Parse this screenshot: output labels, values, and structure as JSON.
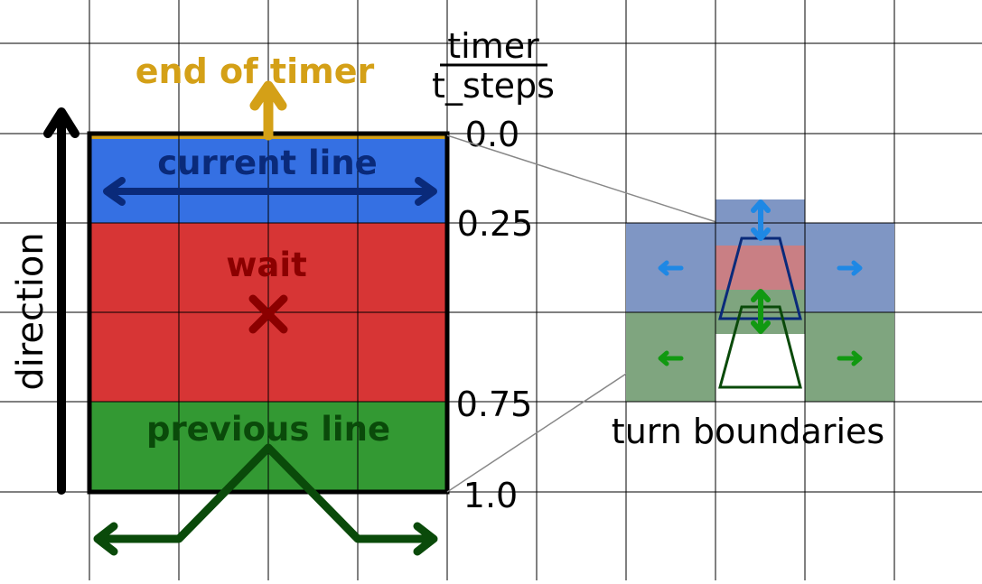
{
  "labels": {
    "end_of_timer": "end of timer",
    "current_line": "current line",
    "wait": "wait",
    "previous_line": "previous line",
    "direction": "direction",
    "ratio_numerator": "timer",
    "ratio_denominator": "t_steps",
    "turn_boundaries": "turn boundaries"
  },
  "ticks": [
    "0.0",
    "0.25",
    "0.75",
    "1.0"
  ],
  "colors": {
    "gold": "#d4a017",
    "current_fill": "#3570e3",
    "current_dark": "#0a2a7a",
    "wait_fill": "#d73535",
    "wait_dark": "#8b0000",
    "previous_fill": "#339933",
    "previous_dark": "#0a4a0a",
    "small_blue": "#7f96c4",
    "small_red": "#c97f84",
    "small_green": "#7fa57f",
    "small_arrow_blue": "#1e88e5",
    "small_arrow_green": "#119911"
  }
}
